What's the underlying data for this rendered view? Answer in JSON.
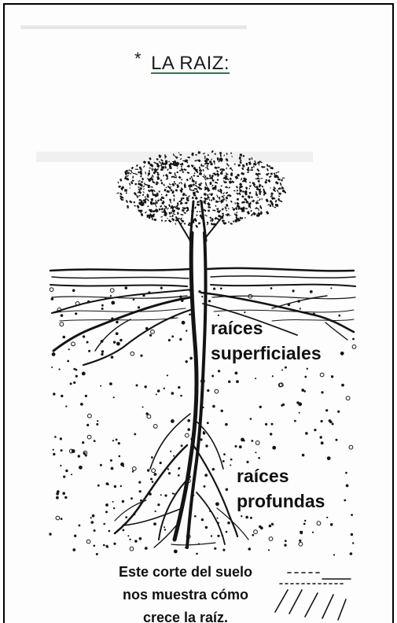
{
  "heading": {
    "bullet": "*",
    "title": "LA RAIZ:"
  },
  "labels": {
    "superficial_line1": "raíces",
    "superficial_line2": "superficiales",
    "deep_line1": "raíces",
    "deep_line2": "profundas"
  },
  "caption": {
    "line1": "Este corte del suelo",
    "line2": "nos muestra cómo",
    "line3": "crece la raíz."
  },
  "illustration": {
    "subject": "tree-with-root-system-cross-section",
    "ink_color": "#141414",
    "accent_color": "#2f7a46"
  }
}
